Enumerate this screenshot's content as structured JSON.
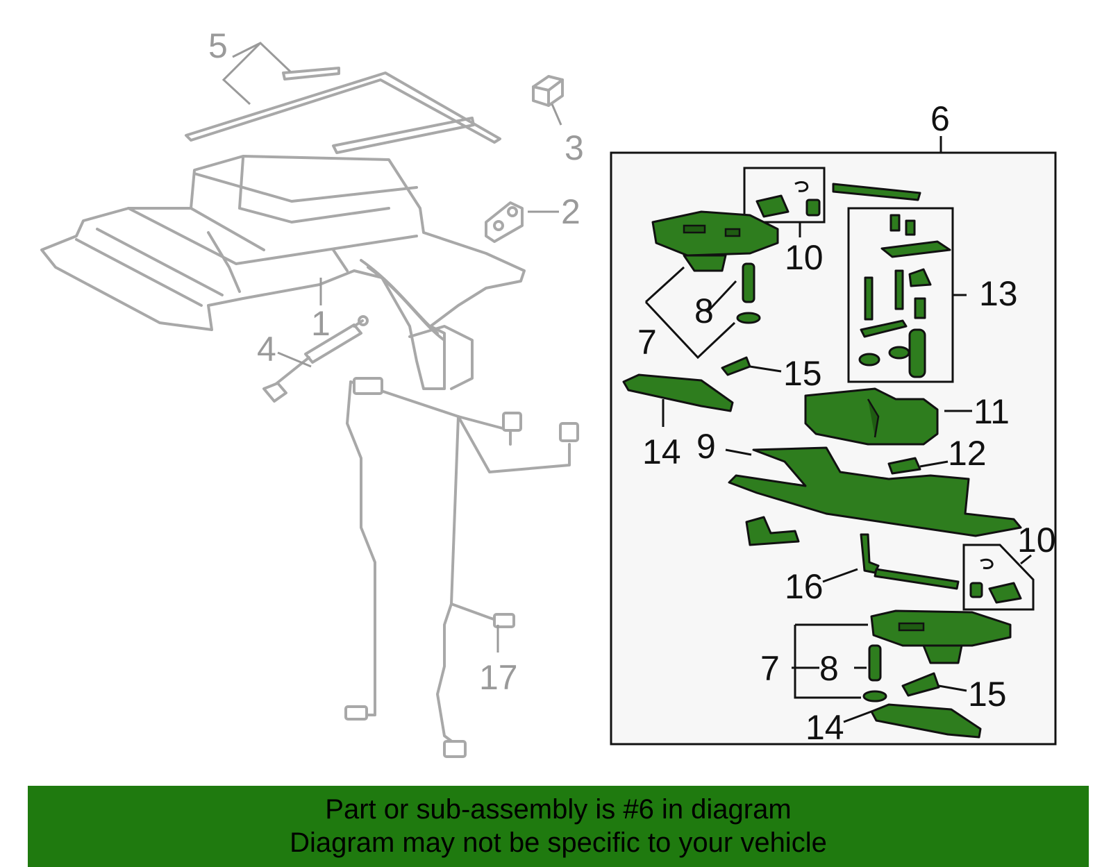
{
  "callouts": {
    "c1": "1",
    "c2": "2",
    "c3": "3",
    "c4": "4",
    "c5": "5",
    "c6": "6",
    "c7a": "7",
    "c7b": "7",
    "c8a": "8",
    "c8b": "8",
    "c9": "9",
    "c10a": "10",
    "c10b": "10",
    "c11": "11",
    "c12": "12",
    "c13": "13",
    "c14a": "14",
    "c14b": "14",
    "c15a": "15",
    "c15b": "15",
    "c16": "16",
    "c17": "17"
  },
  "banner": {
    "line1": "Part or sub-assembly is #6 in diagram",
    "line2": "Diagram may not be specific to your vehicle"
  },
  "colors": {
    "highlight_green": "#2e7d1e",
    "banner_green": "#1f7a0f",
    "outline_gray": "#a8a8a8"
  }
}
